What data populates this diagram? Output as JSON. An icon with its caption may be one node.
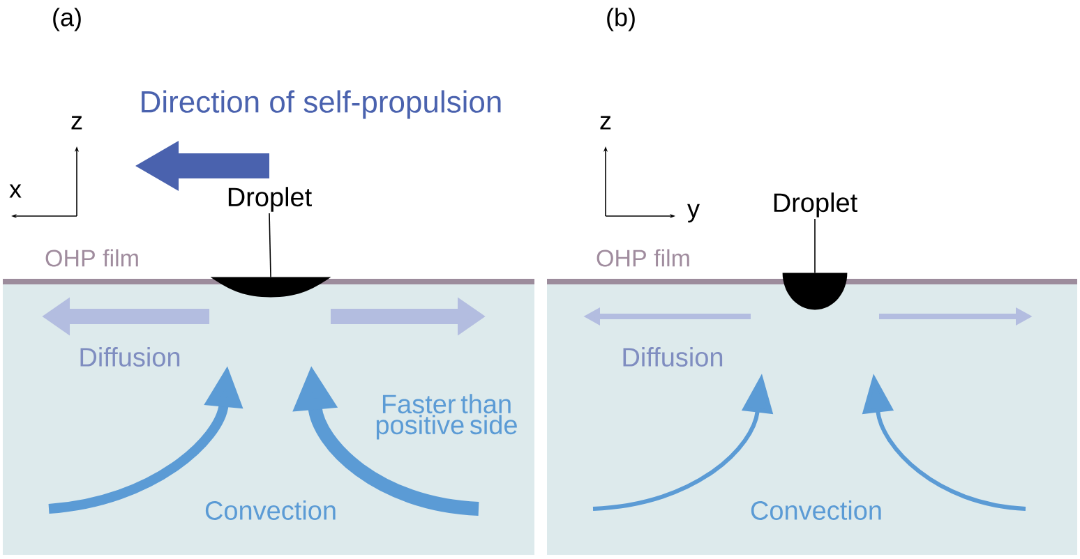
{
  "diagram": {
    "nodes": [
      {
        "text": [
          "Droplet"
        ]
      },
      {
        "text": [],
        "shape": "ellipse"
      },
      {
        "text": [
          "Droplet"
        ]
      },
      {
        "text": [],
        "shape": "semicircle"
      }
    ],
    "edges": [
      {
        "from": 0,
        "to": 1,
        "arrow": "none"
      },
      {
        "from": 2,
        "to": 3,
        "arrow": "none"
      }
    ],
    "labels": [
      "(a)",
      "z",
      "x",
      "Direction of self-propulsion",
      "OHP film",
      "Diffusion",
      "Faster than positive side",
      "Convection",
      "(b)",
      "z",
      "y",
      "OHP film",
      "Diffusion",
      "Convection"
    ]
  }
}
